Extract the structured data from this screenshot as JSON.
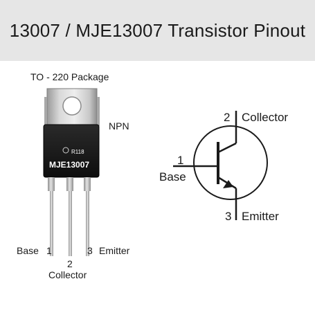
{
  "title": "13007 / MJE13007 Transistor Pinout",
  "package": {
    "label": "TO - 220 Package",
    "type_label": "NPN",
    "chip_code": "R118",
    "chip_part": "MJE13007"
  },
  "package_pins": {
    "base_label": "Base",
    "base_number": "1",
    "collector_number": "2",
    "collector_label": "Collector",
    "emitter_number": "3",
    "emitter_label": "Emitter"
  },
  "symbol": {
    "collector_number": "2",
    "collector_label": "Collector",
    "base_number": "1",
    "base_label": "Base",
    "emitter_number": "3",
    "emitter_label": "Emitter"
  },
  "colors": {
    "title_bar": "#e6e6e6",
    "text": "#1a1a1a",
    "tab_metal": "#c4c4c4",
    "body_black": "#151515",
    "leads": "#bdbdbd"
  }
}
